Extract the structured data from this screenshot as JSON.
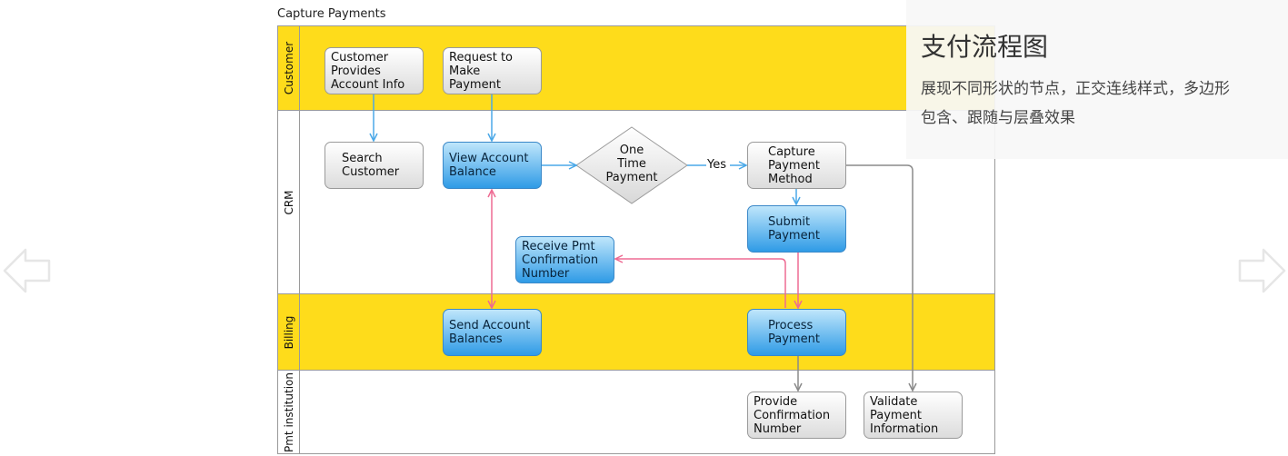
{
  "diagram": {
    "title": "Capture Payments",
    "lanes": [
      {
        "label": "Customer"
      },
      {
        "label": "CRM"
      },
      {
        "label": "Billing"
      },
      {
        "label": "Pmt institution"
      }
    ],
    "nodes": {
      "customer_provides": "Customer\nProvides\nAccount Info",
      "request_payment": "Request to\nMake\nPayment",
      "search_customer": "Search\nCustomer",
      "view_balance": "View Account\nBalance",
      "one_time_payment": "One\nTime\nPayment",
      "capture_method": "Capture\nPayment\nMethod",
      "submit_payment": "Submit\nPayment",
      "receive_confirmation": "Receive Pmt\nConfirmation\nNumber",
      "send_balances": "Send Account\nBalances",
      "process_payment": "Process\nPayment",
      "provide_confirmation": "Provide\nConfirmation\nNumber",
      "validate_payment": "Validate\nPayment\nInformation"
    },
    "edge_labels": {
      "yes": "Yes"
    },
    "colors": {
      "lane_yellow": "#fedc1b",
      "node_blue": "#2f9be6",
      "edge_blue": "#4aa8e8",
      "edge_pink": "#ee6b93",
      "edge_gray": "#8a8a8a"
    }
  },
  "info": {
    "title": "支付流程图",
    "description_line1": "展现不同形状的节点，正交连线样式，多边形",
    "description_line2": "包含、跟随与层叠效果"
  },
  "nav": {
    "prev_icon": "arrow-left-outline-icon",
    "next_icon": "arrow-right-outline-icon"
  }
}
